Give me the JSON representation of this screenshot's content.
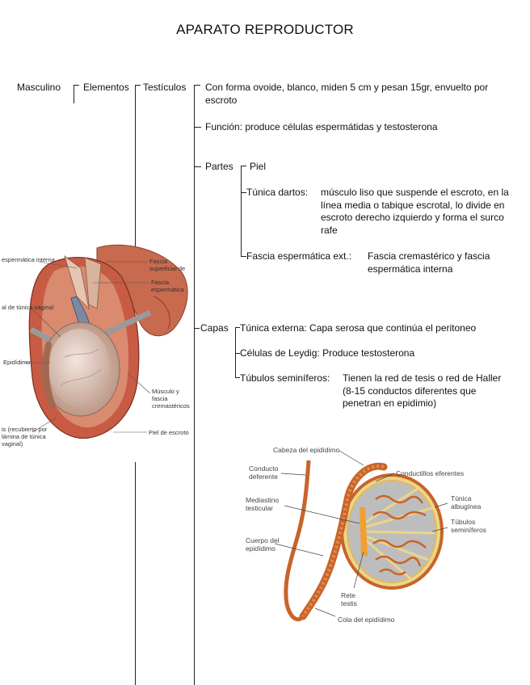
{
  "title": "APARATO REPRODUCTOR",
  "branch": {
    "masculino": "Masculino",
    "elementos": "Elementos",
    "testiculos": "Testículos"
  },
  "testiculos": {
    "descripcion": "Con forma ovoide, blanco, miden 5 cm y pesan 15gr, envuelto por escroto",
    "funcion": "Función: produce células espermátidas y testosterona",
    "partes_label": "Partes",
    "piel": "Piel",
    "tunica_dartos_label": "Túnica dartos:",
    "tunica_dartos_text": "músculo liso que suspende el escroto, en la línea media o tabique escrotal, lo divide en escroto derecho izquierdo y forma el surco rafe",
    "fascia_label": "Fascia espermática ext.:",
    "fascia_text": "Fascia cremastérico y fascia espermática interna",
    "capas_label": "Capas",
    "tunica_externa": "Túnica externa: Capa serosa que continúa el peritoneo",
    "leydig": "Células de Leydig: Produce testosterona",
    "tubulos_label": "Túbulos seminíferos:",
    "tubulos_text": "Tienen la red de tesis o red de Haller (8-15 conductos diferentes que penetran en epidimio)"
  },
  "figure1_labels": {
    "l1": "espermática interna",
    "l2": "Fascia superficial de",
    "l3": "Fascia espermática",
    "l4": "al de túnica vaginal",
    "l5": "Epidídimo",
    "l6": "Músculo y fascia cremastéricos",
    "l7": "is (recubierto por lámina de túnica vaginal)",
    "l8": "Piel de escroto"
  },
  "figure2_labels": {
    "cabeza": "Cabeza del epidídimo",
    "conducto": "Conducto deferente",
    "conductillos": "Conductillos eferentes",
    "mediastino": "Mediastino testicular",
    "albuginea": "Túnica albugínea",
    "tubulos": "Túbulos seminíferos",
    "cuerpo": "Cuerpo del epidídimo",
    "rete": "Rete testis",
    "cola": "Cola del epidídimo"
  },
  "colors": {
    "duct": "#c8642a",
    "testis_fill": "#ead68a",
    "tissue": "#c76a4e"
  }
}
